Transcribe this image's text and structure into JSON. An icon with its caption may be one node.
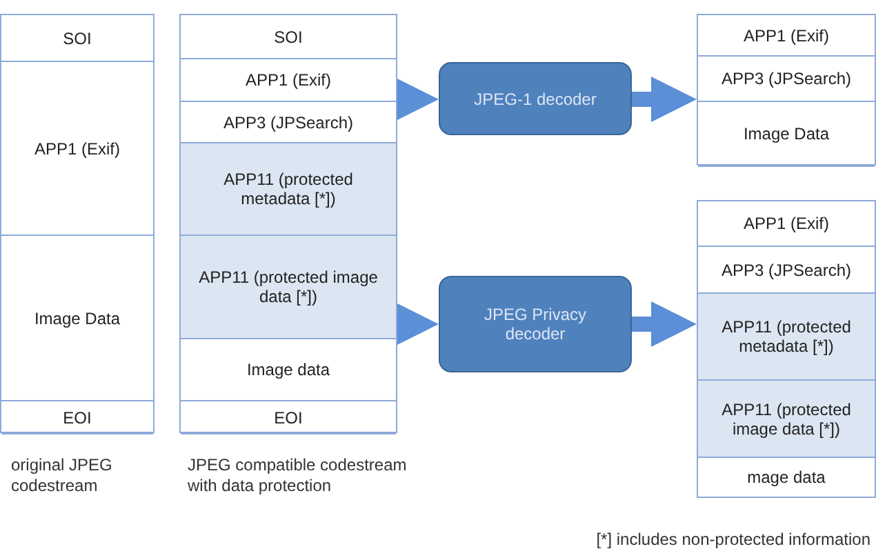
{
  "diagram": {
    "nodes": [
      {
        "text": [],
        "shape": "box",
        "beside": [
          "original JPEG codestream"
        ]
      },
      {
        "text": [
          "SOI"
        ],
        "in": 0
      },
      {
        "text": [
          "APP1 (Exif)"
        ],
        "in": 0
      },
      {
        "text": [
          "Image Data"
        ],
        "in": 0
      },
      {
        "text": [
          "EOI"
        ],
        "in": 0
      },
      {
        "text": [],
        "shape": "box",
        "beside": [
          "JPEG compatible codestream with data protection"
        ]
      },
      {
        "text": [
          "SOI"
        ],
        "in": 5
      },
      {
        "text": [
          "APP1 (Exif)"
        ],
        "in": 5
      },
      {
        "text": [
          "APP3 (JPSearch)"
        ],
        "in": 5
      },
      {
        "text": [
          "APP11 (protected metadata [*])"
        ],
        "in": 5
      },
      {
        "text": [
          "APP11 (protected image data [*])"
        ],
        "in": 5
      },
      {
        "text": [
          "Image data"
        ],
        "in": 5
      },
      {
        "text": [
          "EOI"
        ],
        "in": 5
      },
      {
        "text": [
          "JPEG-1 decoder"
        ]
      },
      {
        "text": [],
        "shape": "box"
      },
      {
        "text": [
          "APP1 (Exif)"
        ],
        "in": 14
      },
      {
        "text": [
          "APP3 (JPSearch)"
        ],
        "in": 14
      },
      {
        "text": [
          "Image Data"
        ],
        "in": 14
      },
      {
        "text": [
          "JPEG Privacy decoder"
        ]
      },
      {
        "text": [],
        "shape": "box"
      },
      {
        "text": [
          "APP1 (Exif)"
        ],
        "in": 19
      },
      {
        "text": [
          "APP3 (JPSearch)"
        ],
        "in": 19
      },
      {
        "text": [
          "APP11 (protected metadata [*])"
        ],
        "in": 19
      },
      {
        "text": [
          "APP11 (protected image data [*])"
        ],
        "in": 19
      },
      {
        "text": [
          "mage data"
        ],
        "in": 19
      }
    ],
    "edges": [
      {
        "from": 5,
        "to": 13,
        "arrow": "to"
      },
      {
        "from": 13,
        "to": 14,
        "arrow": "to"
      },
      {
        "from": 5,
        "to": 18,
        "arrow": "to"
      },
      {
        "from": 18,
        "to": 19,
        "arrow": "to"
      }
    ],
    "labels": [
      "[*] includes non-protected information"
    ]
  }
}
